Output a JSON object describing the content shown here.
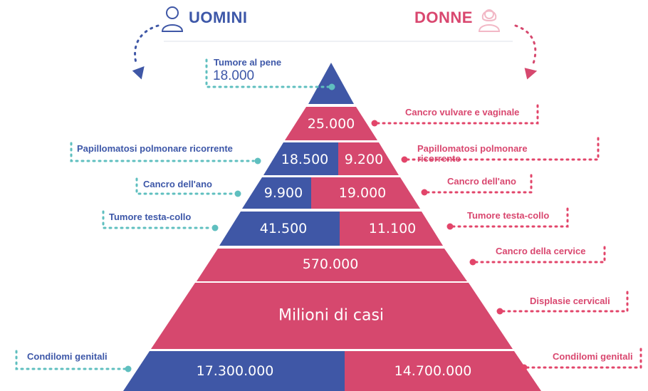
{
  "header": {
    "men_title": "UOMINI",
    "women_title": "DONNE"
  },
  "colors": {
    "men": "#3f57a6",
    "women": "#d6486e",
    "men_text": "#3d57a8",
    "women_text": "#d9476f",
    "dots_men": "#5fbfbf",
    "dots_women": "#e2456a"
  },
  "icons": [
    "user-outline-icon",
    "female-user-outline-icon",
    "curved-arrow-icon"
  ],
  "tiers": [
    {
      "id": "tier-1",
      "men_value": "18.000",
      "women_value": null
    },
    {
      "id": "tier-2",
      "men_value": null,
      "women_value": "25.000"
    },
    {
      "id": "tier-3",
      "men_value": "18.500",
      "women_value": "9.200"
    },
    {
      "id": "tier-4",
      "men_value": "9.900",
      "women_value": "19.000"
    },
    {
      "id": "tier-5",
      "men_value": "41.500",
      "women_value": "11.100"
    },
    {
      "id": "tier-6",
      "men_value": null,
      "women_value": "570.000"
    },
    {
      "id": "tier-7",
      "men_value": null,
      "women_value": "Milioni di casi"
    },
    {
      "id": "tier-8",
      "men_value": "17.300.000",
      "women_value": "14.700.000"
    }
  ],
  "labels": {
    "men": {
      "penile": {
        "label": "Tumore al pene",
        "value": "18.000"
      },
      "rrp": "Papillomatosi polmonare ricorrente",
      "anal": "Cancro dell'ano",
      "head_neck": "Tumore testa-collo",
      "warts": "Condilomi genitali"
    },
    "women": {
      "vulvar": "Cancro vulvare e vaginale",
      "rrp_line1": "Papillomatosi polmonare",
      "rrp_line2": "ricorrente",
      "anal": "Cancro dell'ano",
      "head_neck": "Tumore testa-collo",
      "cervical": "Cancro della cervice",
      "dysplasia": "Displasie cervicali",
      "warts": "Condilomi genitali"
    }
  },
  "values": {
    "tier1": "18.000",
    "tier2_women": "25.000",
    "tier3_men": "18.500",
    "tier3_women": "9.200",
    "tier4_men": "9.900",
    "tier4_women": "19.000",
    "tier5_men": "41.500",
    "tier5_women": "11.100",
    "tier6_women": "570.000",
    "tier7_women": "Milioni di casi",
    "tier8_men": "17.300.000",
    "tier8_women": "14.700.000"
  }
}
